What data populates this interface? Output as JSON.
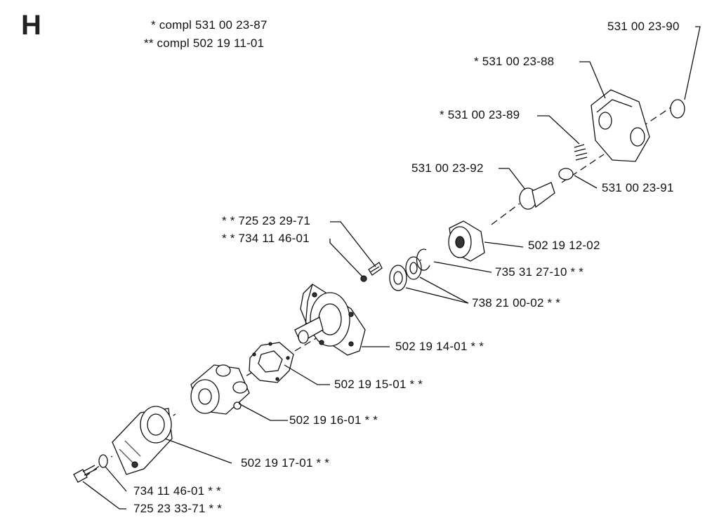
{
  "section": "H",
  "legend": {
    "line1": "*  compl 531 00 23-87",
    "line2": "** compl 502 19 11-01"
  },
  "labels": {
    "p90": "531 00 23-90",
    "p88": "*  531 00 23-88",
    "p89": "*  531 00 23-89",
    "p92": "531 00 23-92",
    "p91": "531 00 23-91",
    "p71a": "* *  725 23 29-71",
    "p01a": "* *  734 11 46-01",
    "p1202": "502 19 12-02",
    "p3127": "735 31 27-10  * *",
    "p2100": "738 21 00-02  * *",
    "p1401": "502 19 14-01  * *",
    "p1501": "502 19 15-01  * *",
    "p1601": "502 19 16-01  * *",
    "p1701": "502 19 17-01  * *",
    "p01b": "734 11 46-01  * *",
    "p71b": "725 23 33-71  * *"
  }
}
